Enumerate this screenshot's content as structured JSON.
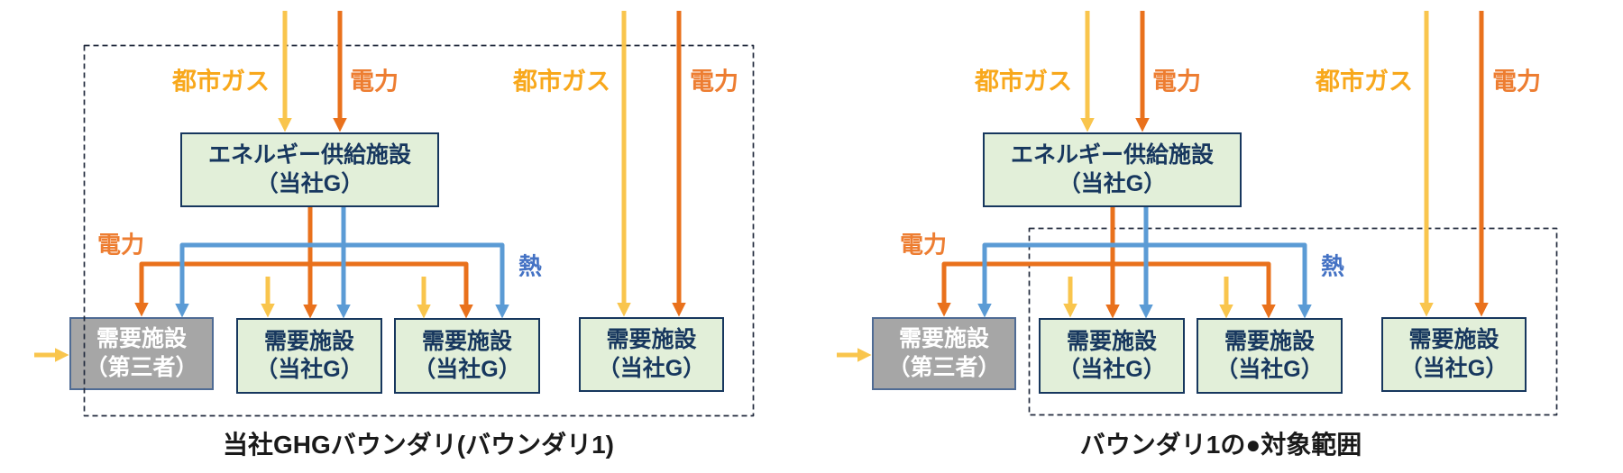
{
  "figure": {
    "description_note": "二つのエネルギーフロー境界図（左右対比）",
    "labels": {
      "city_gas": "都市ガス",
      "electricity": "電力",
      "heat": "熱"
    },
    "boxes": {
      "energy_supply": {
        "line1": "エネルギー供給施設",
        "line2": "（当社G）"
      },
      "demand_third_party": {
        "line1": "需要施設",
        "line2": "（第三者）"
      },
      "demand_group": {
        "line1": "需要施設",
        "line2": "（当社G）"
      }
    },
    "diagrams": {
      "left": {
        "title": "当社GHGバウンダリ(バウンダリ1)"
      },
      "right": {
        "title": "バウンダリ1の●対象範囲"
      }
    },
    "connections": [
      {
        "flow": "都市ガス",
        "from": "外部",
        "to": "エネルギー供給施設（当社G）"
      },
      {
        "flow": "電力",
        "from": "外部",
        "to": "エネルギー供給施設（当社G）"
      },
      {
        "flow": "電力",
        "from": "エネルギー供給施設（当社G）",
        "to": "需要施設（第三者）、需要施設（当社G）×2"
      },
      {
        "flow": "熱",
        "from": "エネルギー供給施設（当社G）",
        "to": "需要施設（第三者）、需要施設（当社G）×2"
      },
      {
        "flow": "都市ガス",
        "from": "外部",
        "to": "需要施設（当社G）×2"
      },
      {
        "flow": "都市ガス",
        "from": "外部",
        "to": "右端の需要施設（当社G）"
      },
      {
        "flow": "電力",
        "from": "外部",
        "to": "右端の需要施設（当社G）"
      },
      {
        "flow": "都市ガス",
        "from": "外部",
        "to": "需要施設（第三者）（横から）"
      }
    ],
    "palette": {
      "city_gas_line": "#F9C54D",
      "city_gas_label": "#F8A81C",
      "electricity_line": "#E9711C",
      "electricity_label": "#ED7D31",
      "heat_line": "#5B9BD5",
      "heat_label": "#4472C4",
      "box_green_fill": "#E2EFD9",
      "box_navy_border": "#17375E",
      "box_gray_fill": "#A6A6A6",
      "box_gray_border": "#4F6B94",
      "boundary_dash": "#222B3E",
      "title_text": "#1A1A1A"
    }
  }
}
